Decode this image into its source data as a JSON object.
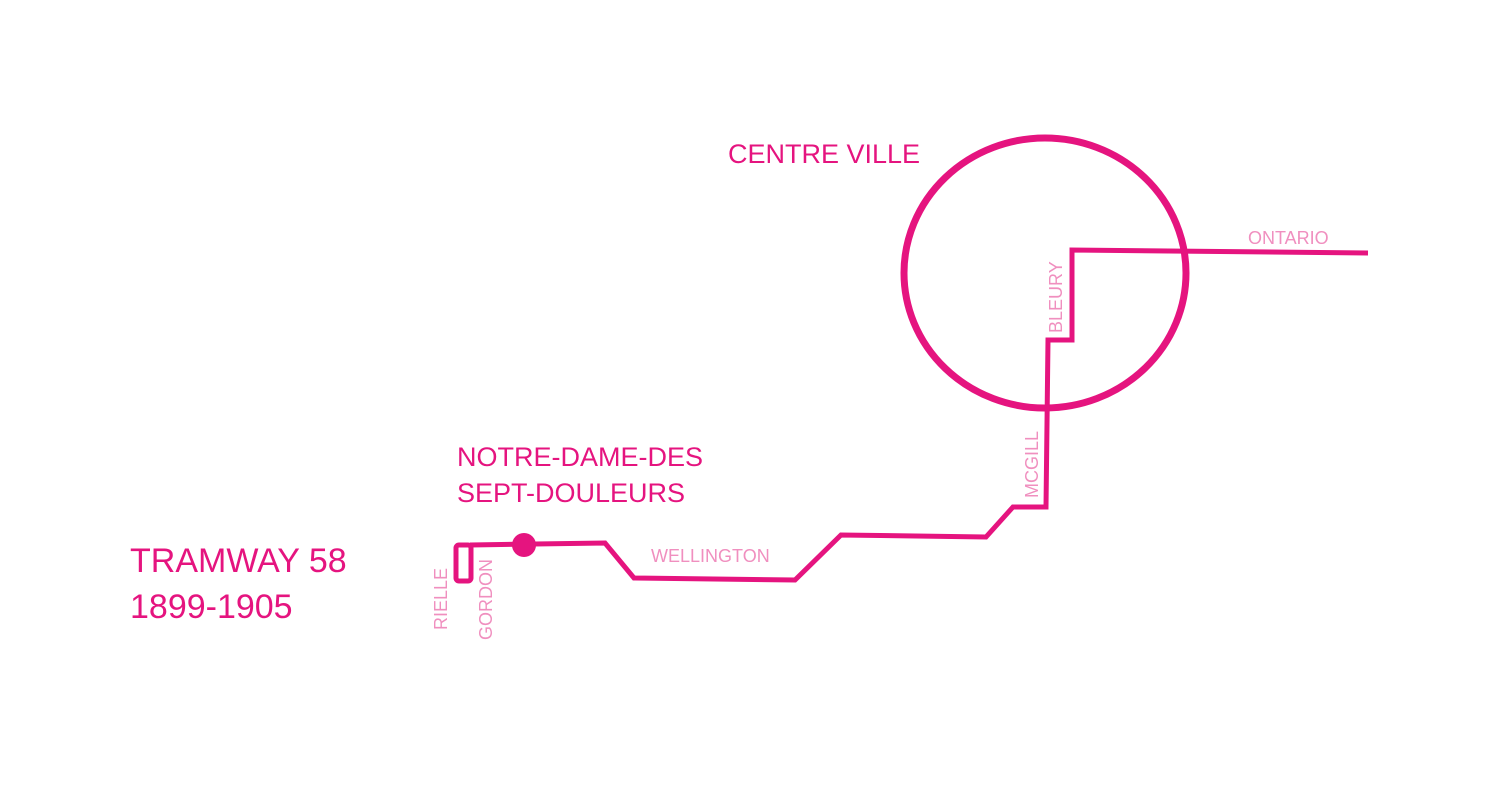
{
  "map": {
    "title": {
      "line1": "TRAMWAY 58",
      "line2": "1899-1905"
    },
    "places": {
      "centre": "CENTRE VILLE",
      "church_line1": "NOTRE-DAME-DES",
      "church_line2": "SEPT-DOULEURS"
    },
    "streets": {
      "ontario": "ONTARIO",
      "bleury": "BLEURY",
      "mcgill": "MCGILL",
      "wellington": "WELLINGTON",
      "rielle": "RIELLE",
      "gordon": "GORDON"
    },
    "colors": {
      "route": "#e5147f",
      "street_label": "#f08fbf",
      "background": "#ffffff"
    }
  }
}
